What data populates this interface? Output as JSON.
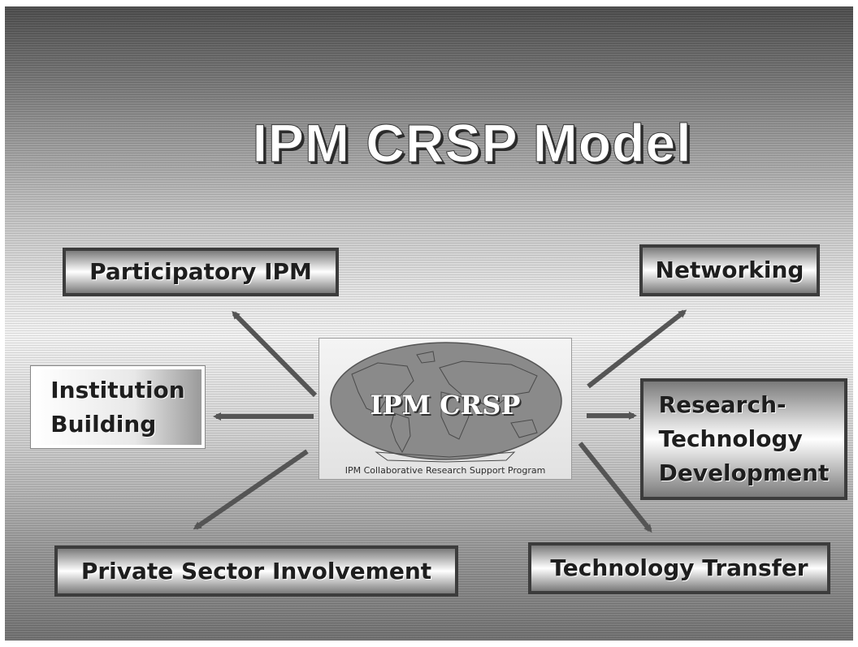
{
  "slide": {
    "title": "IPM CRSP Model"
  },
  "center": {
    "title": "IPM CRSP",
    "subtitle": "IPM Collaborative Research Support Program"
  },
  "boxes": {
    "participatory": "Participatory IPM",
    "networking": "Networking",
    "institution": "Institution\nBuilding",
    "research": "Research-\nTechnology\nDevelopment",
    "private": "Private Sector Involvement",
    "transfer": "Technology Transfer"
  },
  "colors": {
    "arrow": "#555555",
    "box_border": "#3c3c3c",
    "globe": "#8a8a8a"
  }
}
